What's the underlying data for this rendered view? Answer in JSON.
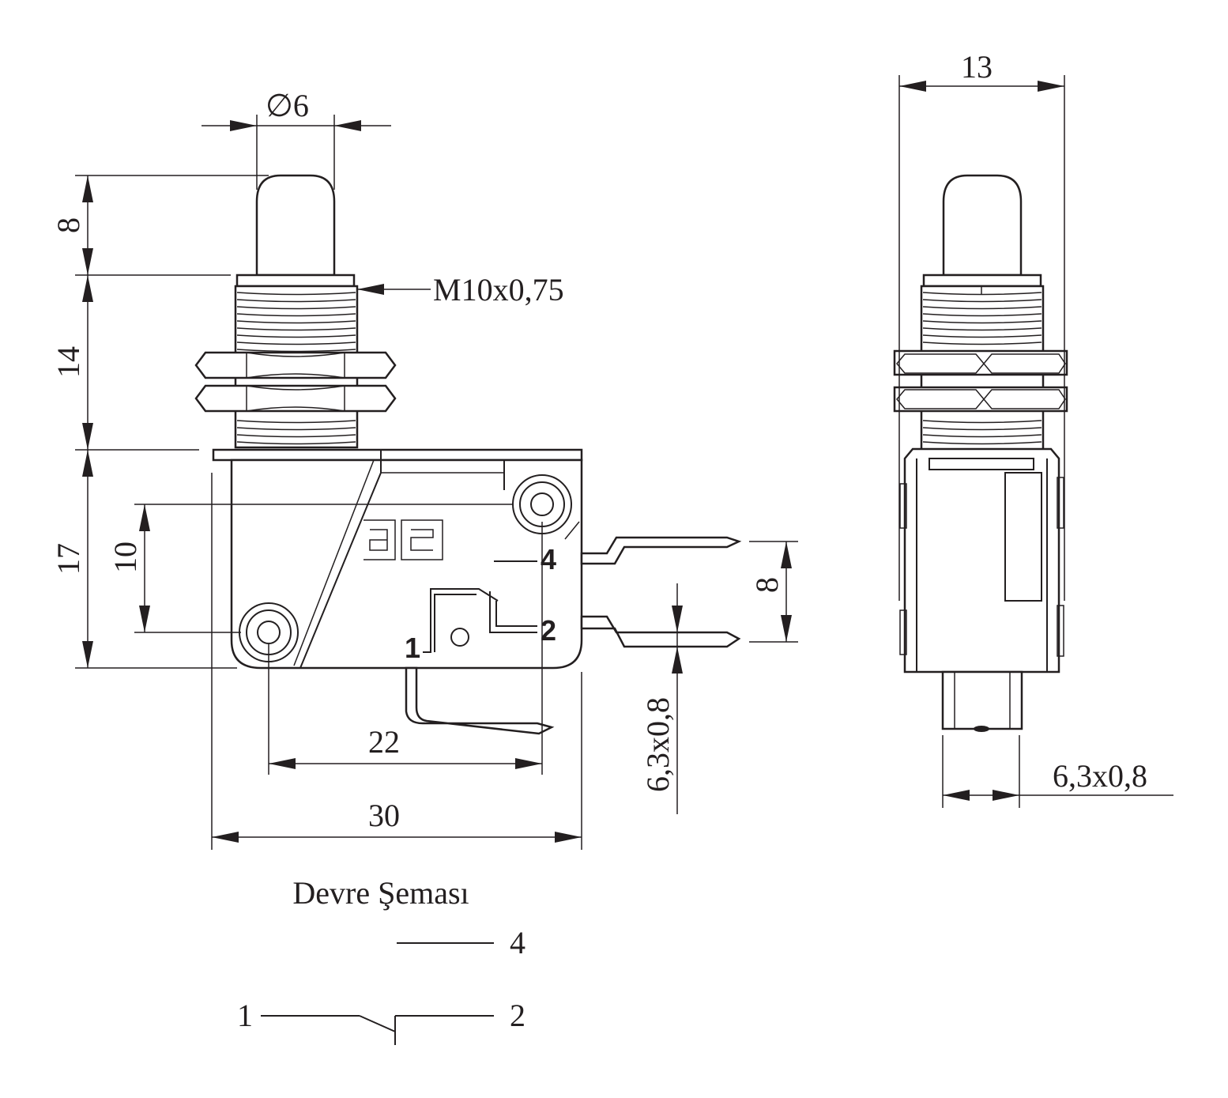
{
  "front_view": {
    "dims": {
      "plunger_diameter": "∅6",
      "plunger_height": "8",
      "thread_height": "14",
      "thread_spec": "M10x0,75",
      "body_height": "17",
      "hole_spacing_vertical": "10",
      "hole_spacing_horizontal": "22",
      "body_width": "30",
      "terminal_spacing": "8",
      "terminal_size": "6,3x0,8"
    },
    "terminal_marks": {
      "t1": "1",
      "t2": "2",
      "t4": "4"
    }
  },
  "side_view": {
    "dims": {
      "width": "13",
      "terminal_size": "6,3x0,8"
    }
  },
  "circuit": {
    "title": "Devre Şeması",
    "label_1": "1",
    "label_2": "2",
    "label_4": "4"
  }
}
